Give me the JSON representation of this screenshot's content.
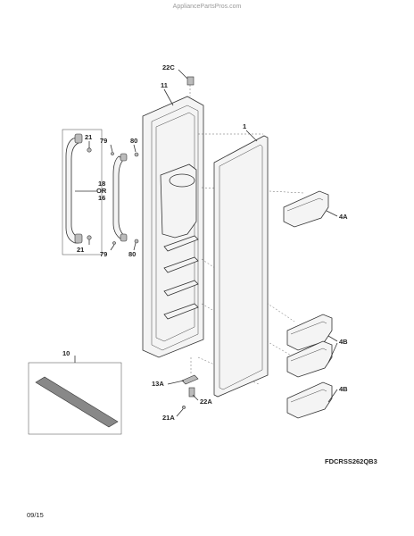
{
  "watermark": "AppliancePartsPros.com",
  "model_code": "FDCRSS262QB3",
  "date_code": "09/15",
  "callouts": {
    "c22c": "22C",
    "c11": "11",
    "c1": "1",
    "c21a": "21",
    "c21b": "21",
    "c79a": "79",
    "c79b": "79",
    "c80a": "80",
    "c80b": "80",
    "c18_or_16_line1": "18",
    "c18_or_16_line2": "OR",
    "c18_or_16_line3": "16",
    "c4a": "4A",
    "c4b_1": "4B",
    "c4b_2": "4B",
    "c10": "10",
    "c13a": "13A",
    "c22a": "22A",
    "c21a_bottom": "21A"
  }
}
